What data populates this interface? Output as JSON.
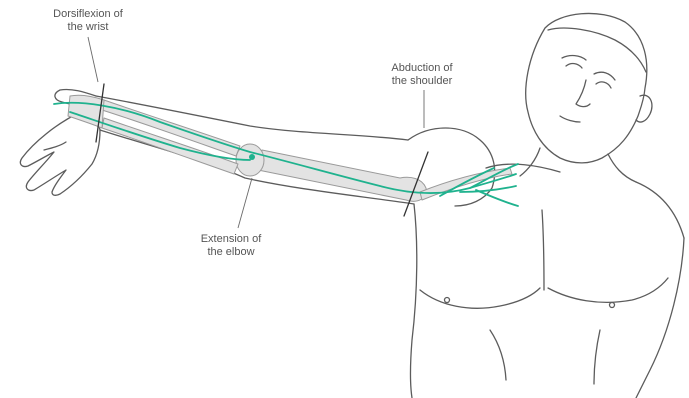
{
  "labels": {
    "wrist": {
      "line1": "Dorsiflexion of",
      "line2": "the wrist"
    },
    "elbow": {
      "line1": "Extension of",
      "line2": "the elbow"
    },
    "shoulder": {
      "line1": "Abduction of",
      "line2": "the shoulder"
    }
  },
  "colors": {
    "outline": "#5c5c5c",
    "bone": "#e3e3e3",
    "bone_outline": "#9a9a9a",
    "nerve": "#1fb28e",
    "label_text": "#555555",
    "background": "#ffffff"
  },
  "icons": {
    "figure": "upper-limb-neurodynamic-test-figure",
    "nerve": "median-nerve-path",
    "marker": "joint-axis-line"
  }
}
